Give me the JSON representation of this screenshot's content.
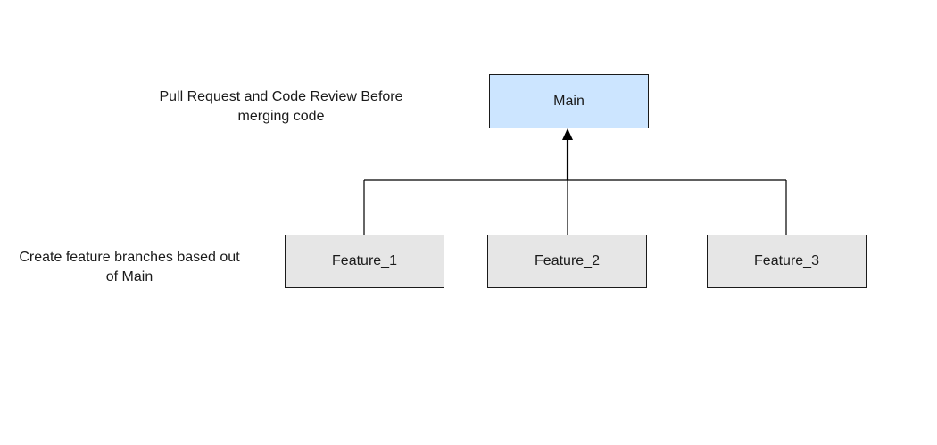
{
  "nodes": {
    "main": {
      "label": "Main",
      "fill": "#cce5ff"
    },
    "features": [
      {
        "label": "Feature_1",
        "fill": "#e6e6e6"
      },
      {
        "label": "Feature_2",
        "fill": "#e6e6e6"
      },
      {
        "label": "Feature_3",
        "fill": "#e6e6e6"
      }
    ]
  },
  "notes": {
    "top_line1": "Pull Request and Code Review Before",
    "top_line2": "merging code",
    "bottom_line1": "Create feature branches based out",
    "bottom_line2": "of Main"
  }
}
